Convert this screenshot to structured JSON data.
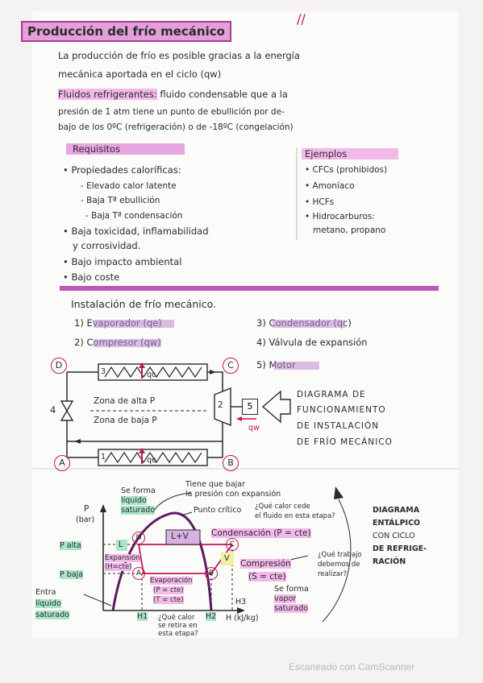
{
  "doc": {
    "title": "Producción del frío mecánico",
    "intro_1": "La producción de frío es posible gracias a la energía",
    "intro_2": "mecánica aportada en el ciclo (qw)",
    "fluidos_heading": "Fluidos refrigerantes:",
    "fluidos_1": "fluido condensable que a la",
    "fluidos_2": "presión de 1 atm tiene un punto de ebullición por de-",
    "fluidos_3": "bajo de los 0ºC (refrigeración) o de -18ºC (congelación)",
    "requisitos_title": "Requisitos",
    "requisitos": [
      "• Propiedades caloríficas:",
      "- Elevado calor latente",
      "- Baja Tª ebullición",
      "- Baja Tª condensación",
      "• Baja toxicidad, inflamabilidad",
      "y corrosividad.",
      "• Bajo impacto ambiental",
      "• Bajo coste"
    ],
    "ejemplos_title": "Ejemplos",
    "ejemplos": [
      "• CFCs (prohibidos)",
      "• Amoníaco",
      "• HCFs",
      "• Hidrocarburos:",
      "metano, propano"
    ],
    "instalacion_title": "Instalación de frío mecánico.",
    "componentes": [
      "1) Evaporador (qe)",
      "2) Compresor (qw)",
      "3) Condensador (qc)",
      "4) Válvula de expansión",
      "5) Motor"
    ],
    "diagram1": {
      "label_D": "D",
      "label_C": "C",
      "label_A": "A",
      "label_B": "B",
      "num_1": "1",
      "num_2": "2",
      "num_3": "3",
      "num_4": "4",
      "num_5": "5",
      "qc": "qc",
      "qe": "qe",
      "qw": "qw",
      "zona_alta": "Zona de alta P",
      "zona_baja": "Zona de baja P",
      "caption_1": "DIAGRAMA DE",
      "caption_2": "FUNCIONAMIENTO",
      "caption_3": "DE INSTALACIÓN",
      "caption_4": "DE FRÍO MECÁNICO"
    },
    "diagram2": {
      "note_top_1": "Tiene que bajar",
      "note_top_2": "la presión con expansión",
      "se_forma": "Se forma",
      "liquido": "líquido",
      "saturado": "saturado",
      "punto_critico": "Punto crítico",
      "que_calor_1": "¿Qué calor cede",
      "que_calor_2": "el fluido en esta etapa?",
      "axis_p": "P",
      "axis_p_unit": "(bar)",
      "lv": "L+V",
      "condensacion": "Condensación (P = cte)",
      "p_alta": "P alta",
      "p_baja": "P baja",
      "L": "L",
      "V": "V",
      "expansion_1": "Expansión",
      "expansion_2": "(H=cte)",
      "compresion_1": "Compresión",
      "compresion_2": "(S = cte)",
      "que_trabajo_1": "¿Qué trabajo",
      "que_trabajo_2": "debemos de",
      "que_trabajo_3": "realizar?",
      "evaporacion_1": "Evaporación",
      "evaporacion_2": "(P = cte)",
      "evaporacion_3": "(T = cte)",
      "se_forma_vapor_1": "Se forma",
      "se_forma_vapor_2": "vapor",
      "se_forma_vapor_3": "saturado",
      "entra_1": "Entra",
      "entra_2": "líquido",
      "entra_3": "saturado",
      "h1": "H1",
      "h2": "H2",
      "h3": "H3",
      "h_axis": "H (kJ/kg)",
      "q_calor_1": "¿Qué calor",
      "q_calor_2": "se retira en",
      "q_calor_3": "esta etapa?",
      "pt_A": "A",
      "pt_B": "B",
      "pt_C": "C",
      "pt_D": "D",
      "caption_1": "DIAGRAMA",
      "caption_2": "ENTÁLPICO",
      "caption_3": "CON CICLO",
      "caption_4": "DE REFRIGE-",
      "caption_5": "RACIÓN"
    }
  },
  "footer": "Escaneado con CamScanner",
  "colors": {
    "ink": "#2b2a2f",
    "highlight_pink": "#f3b9e9",
    "highlight_magenta": "#e3a0d8",
    "highlight_green": "#a9e6c9",
    "curve_purple": "#5b1a5f",
    "accent_red": "#c2185b"
  }
}
